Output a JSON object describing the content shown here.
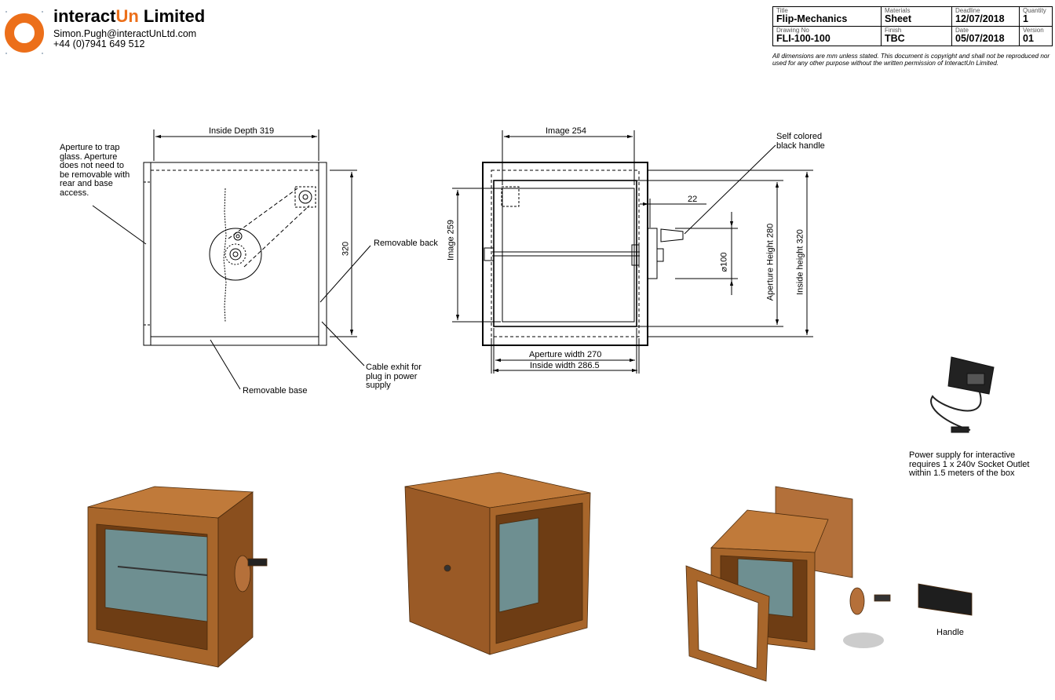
{
  "company": {
    "name_prefix": "interact",
    "name_accent": "Un",
    "name_suffix": " Limited",
    "email": "Simon.Pugh@interactUnLtd.com",
    "phone": "+44 (0)7941 649 512",
    "accent_color": "#ec6f1a"
  },
  "title_block": {
    "title_label": "Title",
    "title": "Flip-Mechanics",
    "materials_label": "Materials",
    "materials": "Sheet",
    "deadline_label": "Deadline",
    "deadline": "12/07/2018",
    "quantity_label": "Quantity",
    "quantity": "1",
    "drawing_no_label": "Drawing No",
    "drawing_no": "FLI-100-100",
    "finish_label": "Finish",
    "finish": "TBC",
    "date_label": "Date",
    "date": "05/07/2018",
    "version_label": "Version",
    "version": "01"
  },
  "notice": "All dimensions are mm unless stated. This document is copyright and shall not be reproduced nor used for any other purpose without the written permission of InteractUn Limited.",
  "side_view": {
    "aperture_note": "Aperture to trap glass. Aperture does not need to be removable with rear and base access.",
    "inside_depth": "Inside Depth 319",
    "height_dim": "320",
    "removable_back": "Removable back",
    "removable_base": "Removable base",
    "cable_note": "Cable exhit for plug in power supply"
  },
  "front_view": {
    "image_width": "Image 254",
    "image_height": "Image 259",
    "handle_note": "Self colored black handle",
    "handle_offset": "22",
    "wheel_dia": "⌀100",
    "aperture_height": "Aperture Height 280",
    "inside_height": "Inside height 320",
    "aperture_width": "Aperture width 270",
    "inside_width": "Inside width 286.5"
  },
  "power_note": "Power supply for interactive requires 1 x 240v Socket Outlet within 1.5 meters of the box",
  "handle_label": "Handle",
  "colors": {
    "wood": "#a8662b",
    "wood_dark": "#6e3d14",
    "glass": "#6e8f91"
  }
}
